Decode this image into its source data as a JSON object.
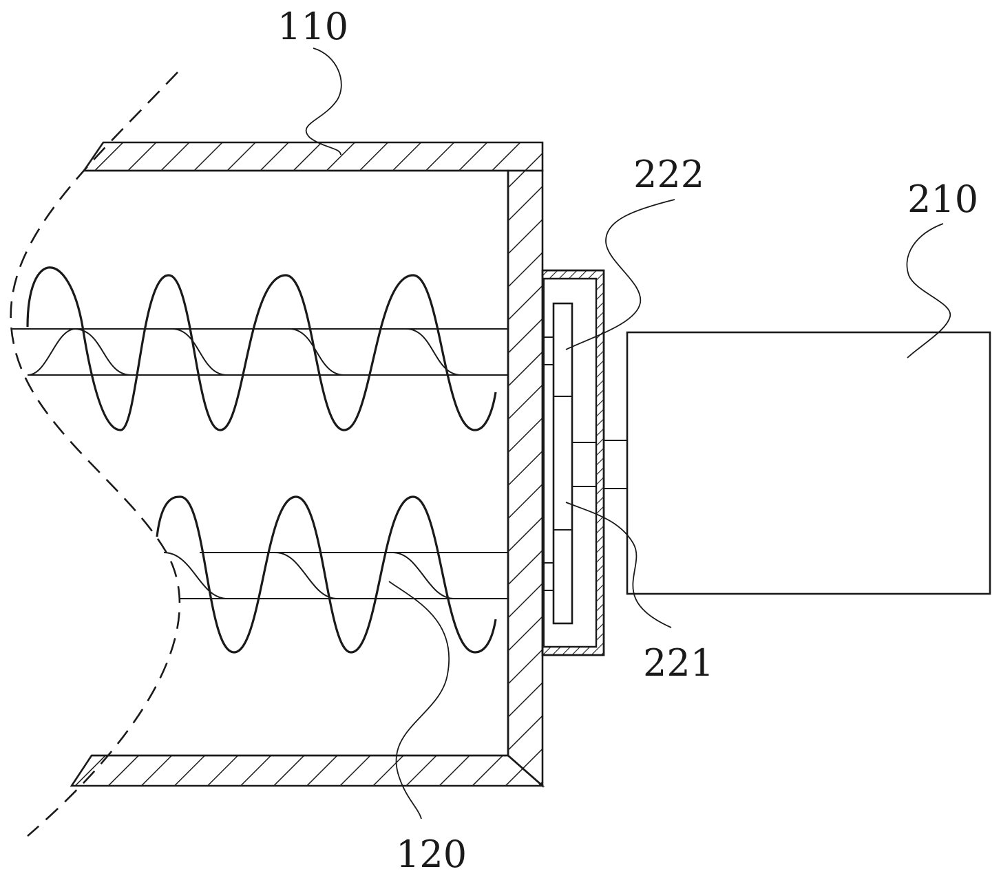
{
  "labels": {
    "housing": "110",
    "screw": "120",
    "motor": "210",
    "gear_small": "221",
    "gear_large": "222"
  },
  "colors": {
    "ink": "#1a1a1a",
    "background": "#ffffff"
  }
}
